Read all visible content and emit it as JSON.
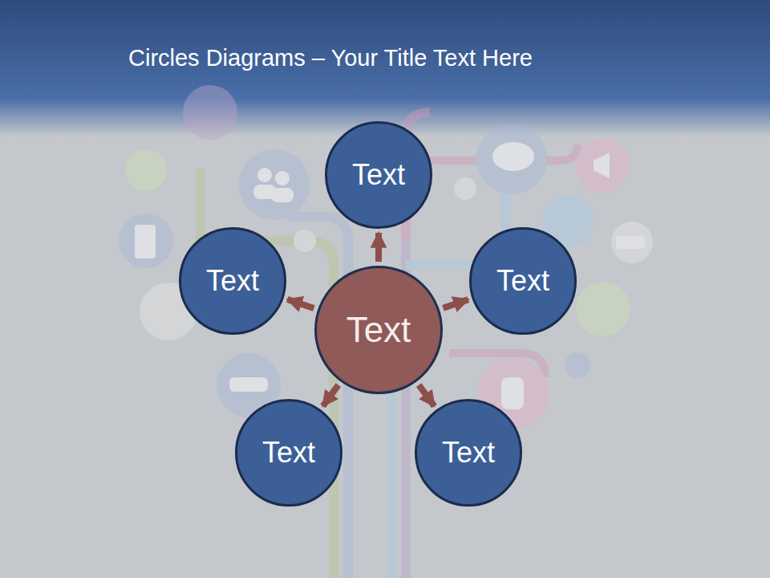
{
  "diagram": {
    "title": "Circles Diagrams – Your Title Text Here",
    "nodes": [
      {
        "text": [
          "Text"
        ]
      },
      {
        "text": [
          "Text"
        ]
      },
      {
        "text": [
          "Text"
        ]
      },
      {
        "text": [
          "Text"
        ]
      },
      {
        "text": [
          "Text"
        ]
      },
      {
        "text": [
          "Text"
        ]
      }
    ],
    "edges": [
      {
        "from": 0,
        "to": 1,
        "arrow": "to"
      },
      {
        "from": 0,
        "to": 2,
        "arrow": "to"
      },
      {
        "from": 0,
        "to": 3,
        "arrow": "to"
      },
      {
        "from": 0,
        "to": 4,
        "arrow": "to"
      },
      {
        "from": 0,
        "to": 5,
        "arrow": "to"
      }
    ]
  }
}
